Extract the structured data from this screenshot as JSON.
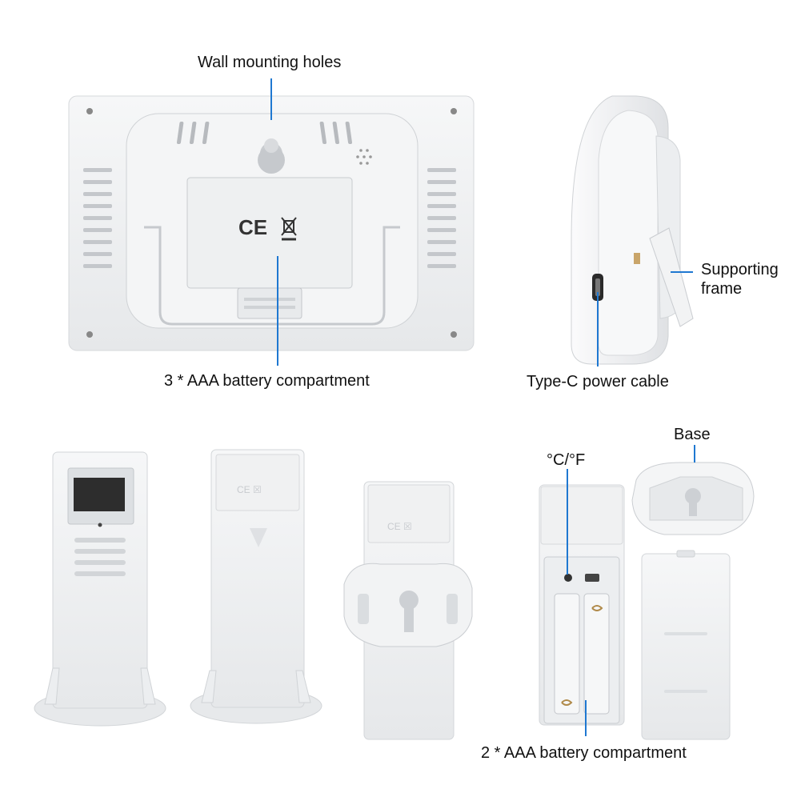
{
  "labels": {
    "wall_mounting_holes": "Wall mounting holes",
    "battery_compartment_3": "3 * AAA battery compartment",
    "supporting_frame_line1": "Supporting",
    "supporting_frame_line2": "frame",
    "type_c_power_cable": "Type-C power cable",
    "base": "Base",
    "temp_unit_switch": "°C/°F",
    "battery_compartment_2": "2 * AAA battery compartment"
  },
  "markings": {
    "ce_mark": "CE"
  },
  "colors": {
    "background": "#ffffff",
    "device_body": "#f1f2f3",
    "device_shadow": "#d9dbde",
    "leader_line": "#1f78d1",
    "text": "#111111"
  }
}
